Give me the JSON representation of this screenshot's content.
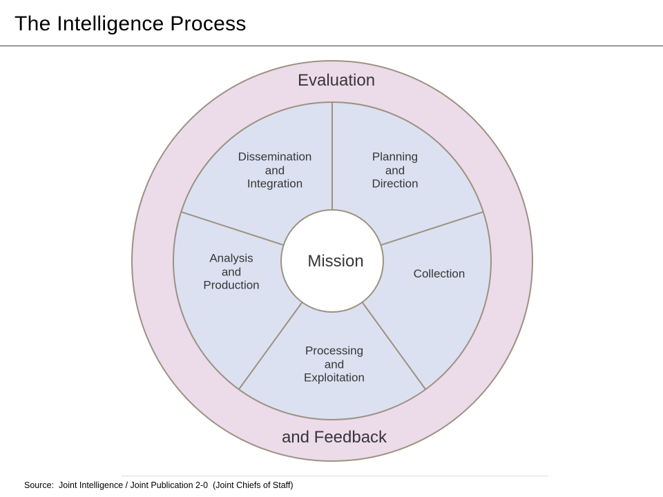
{
  "slide": {
    "title": "The Intelligence Process",
    "source_caption": "Source:  Joint Intelligence / Joint Publication 2-0  (Joint Chiefs of Staff)"
  },
  "diagram": {
    "outer_ring": {
      "top_label": "Evaluation",
      "bottom_label": "and Feedback"
    },
    "center_label": "Mission",
    "segments": [
      {
        "label": "Planning\nand\nDirection"
      },
      {
        "label": "Collection"
      },
      {
        "label": "Processing\nand\nExploitation"
      },
      {
        "label": "Analysis\nand\nProduction"
      },
      {
        "label": "Dissemination\nand\nIntegration"
      }
    ],
    "colors": {
      "outer_ring_fill": "#ecdbe9",
      "segment_fill": "#dbe1f0",
      "center_fill": "#ffffff",
      "outline": "#9c9180",
      "text": "#363636"
    }
  }
}
